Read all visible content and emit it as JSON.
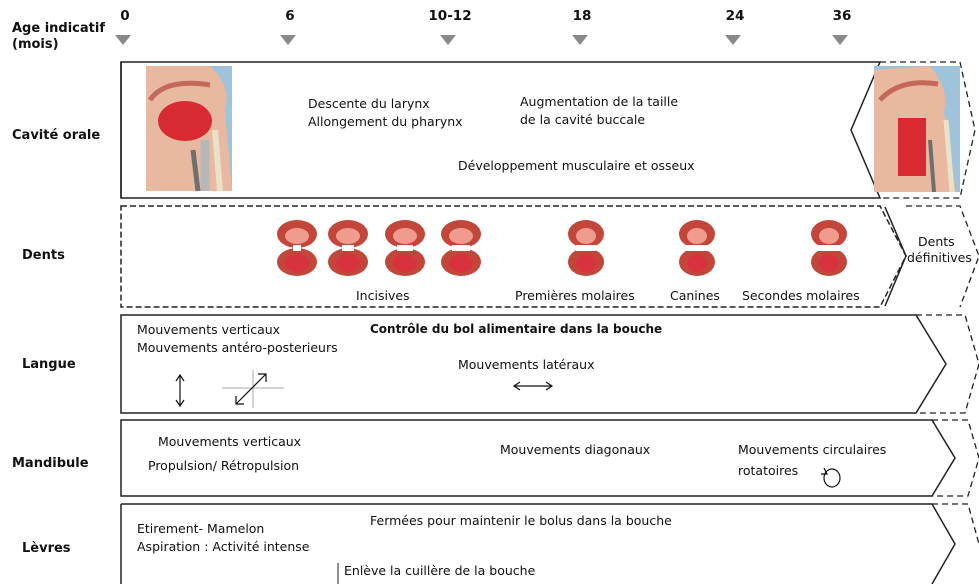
{
  "header": {
    "axis_label_line1": "Age indicatif",
    "axis_label_line2": "(mois)",
    "ticks": [
      "0",
      "6",
      "10-12",
      "18",
      "24",
      "36"
    ]
  },
  "rows": {
    "cavite": {
      "label": "Cavité orale",
      "text1": "Descente du larynx",
      "text2": "Allongement du pharynx",
      "text3": "Augmentation de la taille",
      "text4": "de la cavité buccale",
      "text5": "Développement musculaire et osseux"
    },
    "dents": {
      "label": "Dents",
      "incisives": "Incisives",
      "premieres": "Premières molaires",
      "canines": "Canines",
      "secondes": "Secondes molaires",
      "definitives1": "Dents",
      "definitives2": "définitives"
    },
    "langue": {
      "label": "Langue",
      "text1": "Mouvements verticaux",
      "text2": "Mouvements antéro-posterieurs",
      "controle": "Contrôle du bol alimentaire dans la bouche",
      "lateraux": "Mouvements latéraux"
    },
    "mandibule": {
      "label": "Mandibule",
      "text1": "Mouvements verticaux",
      "text2": "Propulsion/ Rétropulsion",
      "diagonaux": "Mouvements diagonaux",
      "circ1": "Mouvements circulaires",
      "circ2": "rotatoires"
    },
    "levres": {
      "label": "Lèvres",
      "text1": "Etirement- Mamelon",
      "text2": "Aspiration : Activité intense",
      "fermees": "Fermées pour maintenir le bolus dans la bouche",
      "enleve": "Enlève la cuillère de la bouche"
    }
  },
  "colors": {
    "marker": "#8a8a8a",
    "frame": "#222222",
    "gums": "#c2473a",
    "tongue": "#d8323f"
  }
}
